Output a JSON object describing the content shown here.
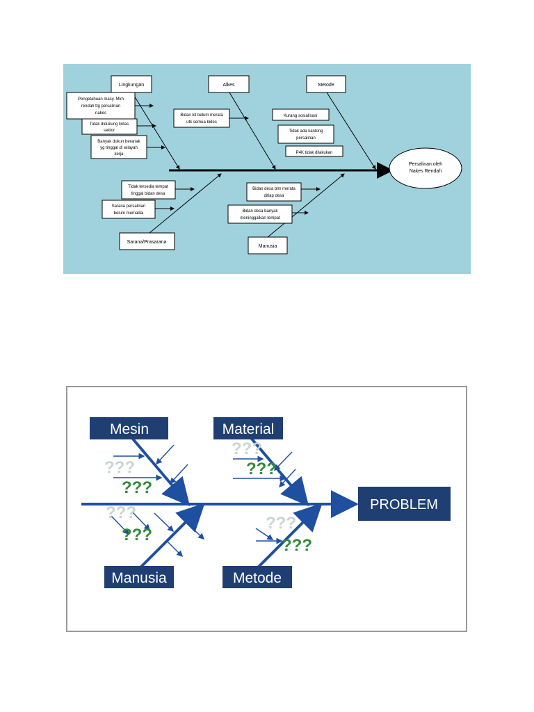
{
  "diagram1": {
    "categories": {
      "lingkungan": "Lingkungan",
      "alkes": "Alkes",
      "metode": "Metode",
      "sarana": "Sarana/Prasarana",
      "manusia": "Manusia"
    },
    "effect": [
      "Persalinan oleh",
      "Nakes Rendah"
    ],
    "causes": {
      "pengetahuan": [
        "Pengetahuan masy. Mkh",
        "rendah ttg persalinan",
        "nakes"
      ],
      "lintas_sektor": [
        "Tidak didukung lintas",
        "sektor"
      ],
      "dukun": [
        "Banyak dukun beranak",
        "yg tinggal di wilayah",
        "kerja"
      ],
      "bidan_kit": [
        "Bidan kit belum merata",
        "utk semua bides"
      ],
      "sosialisasi": [
        "Kurang sosialisasi"
      ],
      "kantong": [
        "Tidak ada kantong",
        "persalinan"
      ],
      "p4k": [
        "P4K tidak dilakukan"
      ],
      "tempat_tinggal": [
        "Tidak tersedia tempat",
        "tinggal bidan desa"
      ],
      "sarana": [
        "Sarana persalinan",
        "belum memadai"
      ],
      "bidan_merata": [
        "Bidan desa blm merata",
        "ditiap desa"
      ],
      "bidan_pergi": [
        "Bidan desa banyak",
        "meninggalkan tempat"
      ]
    }
  },
  "diagram2": {
    "categories": {
      "mesin": "Mesin",
      "material": "Material",
      "manusia": "Manusia",
      "metode": "Metode"
    },
    "problem": "PROBLEM",
    "question_marks": "???"
  },
  "colors": {
    "panel1_bg": "#9fd2dc",
    "navy": "#1f3f73",
    "arrow_blue": "#1f4fa0",
    "green_q": "#2f8a3a",
    "faded_q": "#c9d6cf"
  }
}
